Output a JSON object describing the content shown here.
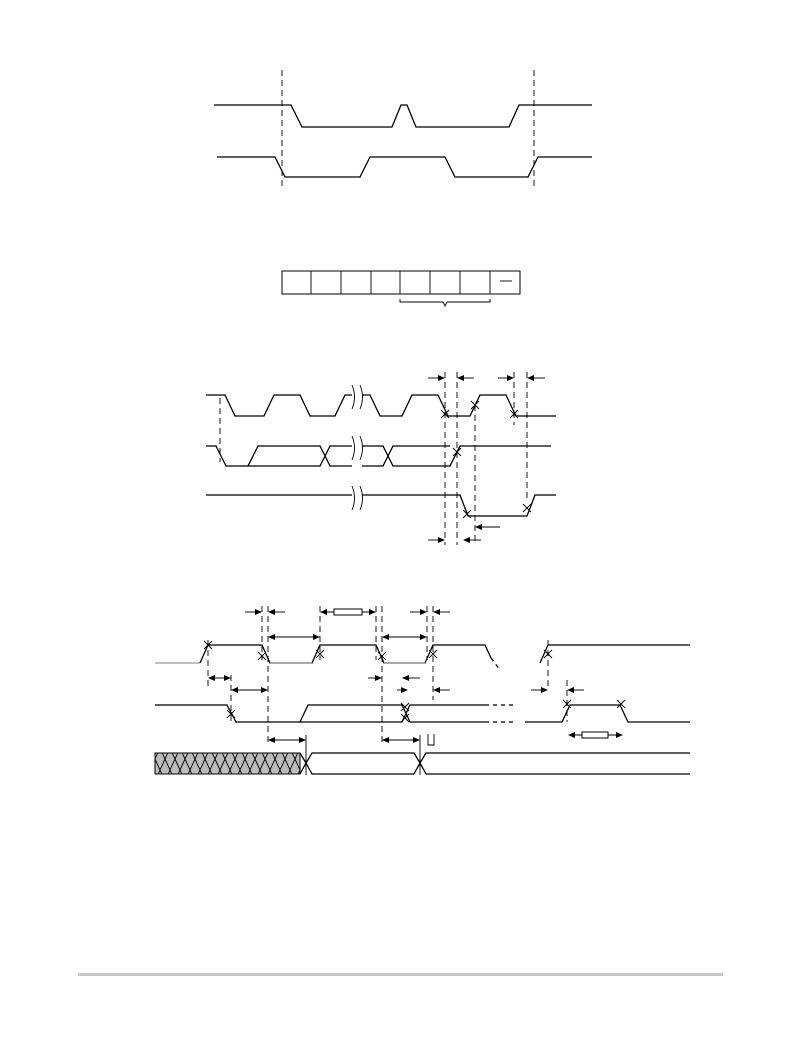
{
  "page": {
    "background": "#ffffff",
    "line_color": "#000000",
    "muted_line_color": "#9a9a9a",
    "rule_color": "#c8c8c8"
  },
  "figures": [
    {
      "id": "figure-1",
      "kind": "two-signal timing diagram",
      "text": []
    },
    {
      "id": "figure-2",
      "kind": "8-field register frame with brace",
      "fields": 8,
      "text": []
    },
    {
      "id": "figure-3",
      "kind": "three-signal timing diagram with breaks and timing arrows",
      "text": []
    },
    {
      "id": "figure-4",
      "kind": "clock / strobe / data bus timing diagram",
      "text": []
    }
  ]
}
